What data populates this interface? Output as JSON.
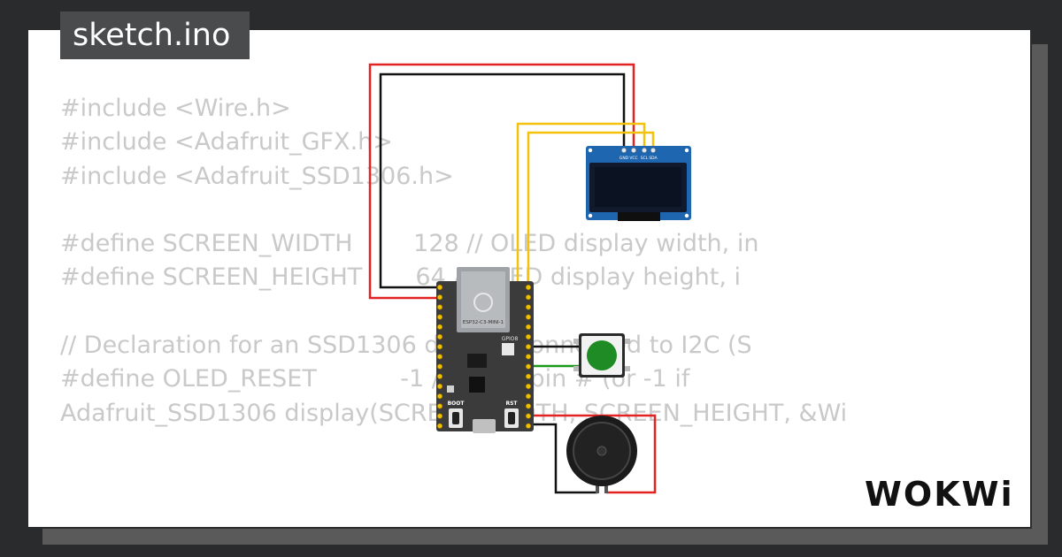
{
  "tab": {
    "title": "sketch.ino"
  },
  "code_lines": [
    "#include <Wire.h>",
    "#include <Adafruit_GFX.h>",
    "#include <Adafruit_SSD1306.h>",
    "",
    "#define SCREEN_WIDTH        128 // OLED display width, in",
    "#define SCREEN_HEIGHT       64 // OLED display height, i",
    "",
    "// Declaration for an SSD1306 display connected to I2C (S",
    "#define OLED_RESET           -1 // Reset pin # (or -1 if",
    "Adafruit_SSD1306 display(SCREEN_WIDTH, SCREEN_HEIGHT, &Wi"
  ],
  "oled": {
    "pins": [
      "GND",
      "VCC",
      "SCL",
      "SDA"
    ]
  },
  "board": {
    "chip_label": "ESP32-C3-MINI-1",
    "gpio_label": "GPIO8",
    "boot_label": "BOOT",
    "rst_label": "RST"
  },
  "logo": {
    "text": "WOKWi"
  },
  "colors": {
    "wire_power": "#e32222",
    "wire_ground": "#111111",
    "wire_i2c": "#f4c20d",
    "wire_button": "#1a9a1a",
    "button": "#1f8b24",
    "board": "#3b3b3b"
  }
}
